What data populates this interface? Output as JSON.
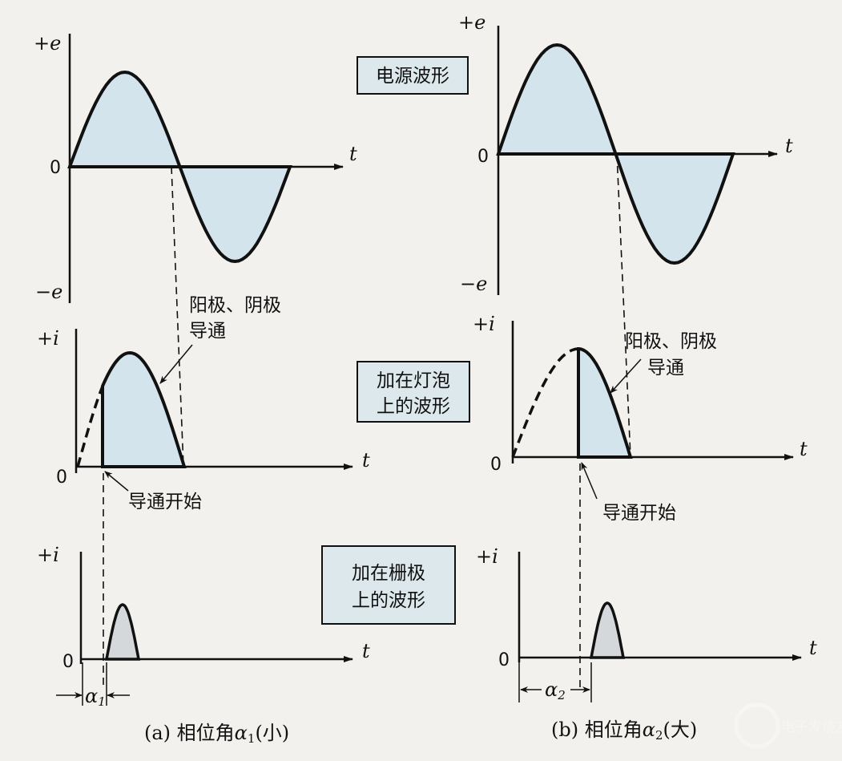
{
  "labels": {
    "plus_e": "+e",
    "minus_e": "−e",
    "plus_i": "+i",
    "zero": "0",
    "t": "t",
    "alpha": "α",
    "sub1": "1",
    "sub2": "2"
  },
  "boxes": {
    "source": "电源波形",
    "lamp_line1": "加在灯泡",
    "lamp_line2": "上的波形",
    "grid_line1": "加在栅极",
    "grid_line2": "上的波形"
  },
  "annotations": {
    "conduct_line1": "阳极、阴极",
    "conduct_line2": "导通",
    "conduct_start": "导通开始"
  },
  "captions": {
    "a_prefix": "(a) 相位角",
    "a_suffix": "(小)",
    "b_prefix": "(b) 相位角",
    "b_suffix": "(大)"
  },
  "watermark": "电子发烧友",
  "colors": {
    "waveform_fill": "#d3e4ec",
    "pulse_fill": "#d4d8da",
    "box_fill": "#dce8ec"
  }
}
